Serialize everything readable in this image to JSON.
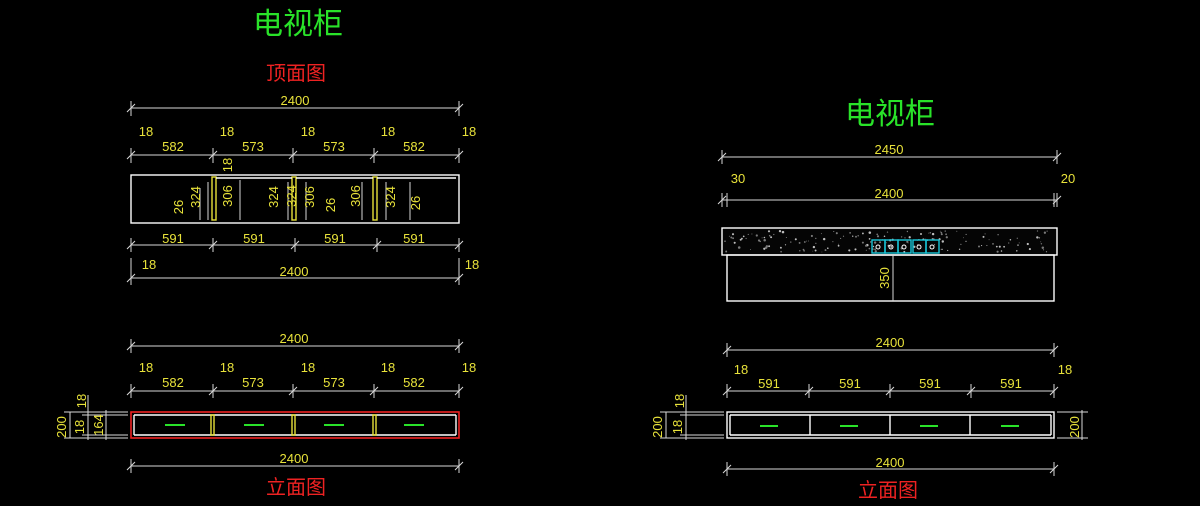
{
  "left": {
    "title": "电视柜",
    "top_view_label": "顶面图",
    "elevation_label": "立面图",
    "top_dims": {
      "overall": "2400",
      "gap": "18",
      "widths": [
        "582",
        "573",
        "573",
        "582"
      ],
      "divider": "18",
      "depths": [
        "26",
        "324",
        "306",
        "324",
        "26",
        "306",
        "324",
        "26"
      ],
      "bottom_widths": [
        "591",
        "591",
        "591",
        "591"
      ],
      "bottom_gap": "18",
      "bottom_overall": "2400"
    },
    "elev_dims": {
      "overall": "2400",
      "gap": "18",
      "widths": [
        "582",
        "573",
        "573",
        "582"
      ],
      "height": "200",
      "h18": "18",
      "h18b": "18",
      "h164": "164",
      "bottom_overall": "2400"
    }
  },
  "right": {
    "title": "电视柜",
    "elevation_label": "立面图",
    "top_dims": {
      "overall": "2450",
      "left_offset": "30",
      "right_offset": "20",
      "inner": "2400",
      "height": "350"
    },
    "elev_dims": {
      "overall": "2400",
      "gap": "18",
      "widths": [
        "591",
        "591",
        "591",
        "591"
      ],
      "height": "200",
      "h18": "18",
      "h18b": "18",
      "right_height": "200",
      "bottom_overall": "2400"
    }
  },
  "colors": {
    "background": "#000000",
    "title": "#29e329",
    "label": "#ee2222",
    "dimension": "#e8e23a",
    "outline": "#ffffff",
    "socket": "#18c6d8"
  }
}
